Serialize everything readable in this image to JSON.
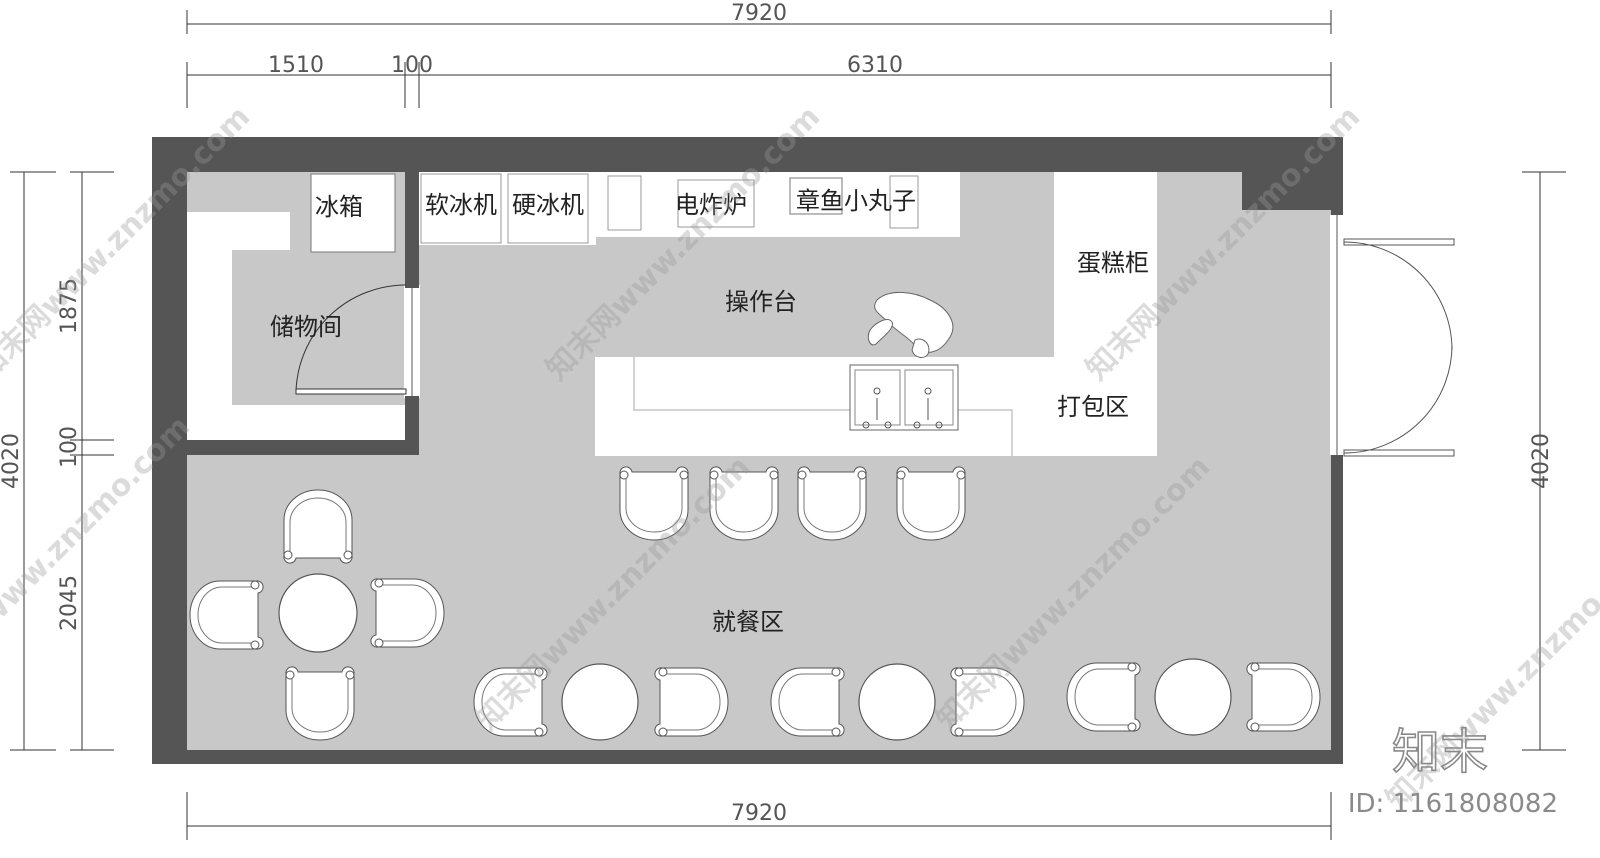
{
  "dimensions": {
    "top_total": "7920",
    "top_left": "1510",
    "top_wall": "100",
    "top_right": "6310",
    "bottom_total": "7920",
    "left_total": "4020",
    "left_upper": "1875",
    "left_wall": "100",
    "left_lower": "2045",
    "right_total": "4020"
  },
  "rooms": {
    "fridge": "冰箱",
    "soft_ice_machine": "软冰机",
    "hard_ice_machine": "硬冰机",
    "electric_fryer": "电炸炉",
    "takoyaki": "章鱼小丸子",
    "cake_cabinet": "蛋糕柜",
    "storage": "储物间",
    "workbench": "操作台",
    "packing_area": "打包区",
    "dining_area": "就餐区"
  },
  "watermark": {
    "text": "知末网www.znzmo.com",
    "logo": "知末",
    "id": "ID: 1161808082"
  },
  "colors": {
    "wall": "#555555",
    "floor": "#c8c8c8",
    "counter": "#ffffff"
  }
}
